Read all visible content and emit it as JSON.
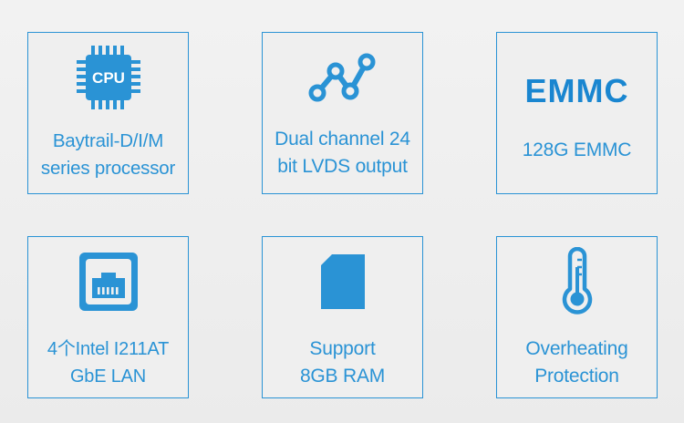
{
  "colors": {
    "accent": "#2a93d5",
    "background": "#efefef"
  },
  "features": [
    {
      "icon": "cpu-chip-icon",
      "chip_text": "CPU",
      "line1": "Baytrail-D/I/M",
      "line2": "series processor"
    },
    {
      "icon": "line-graph-icon",
      "line1": "Dual channel 24",
      "line2": "bit LVDS output"
    },
    {
      "title": "EMMC",
      "line1": "128G EMMC"
    },
    {
      "icon": "ethernet-port-icon",
      "line1": "4个Intel I211AT",
      "line2": "GbE LAN"
    },
    {
      "icon": "memory-card-icon",
      "line1": "Support",
      "line2": "8GB RAM"
    },
    {
      "icon": "thermometer-icon",
      "line1": "Overheating",
      "line2": "Protection"
    }
  ]
}
